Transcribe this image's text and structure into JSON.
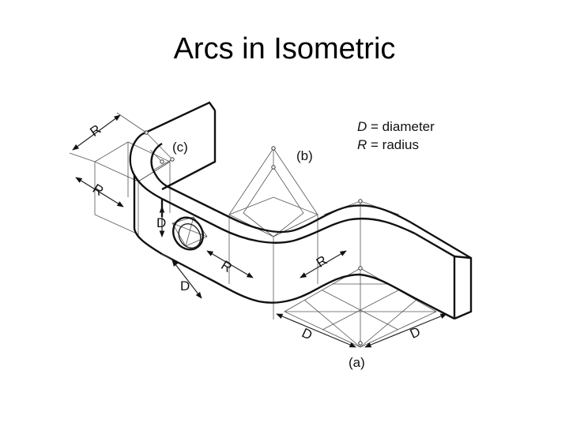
{
  "slide": {
    "title": "Arcs in Isometric"
  },
  "legend": {
    "line1_symbol": "D",
    "line1_text": " = diameter",
    "line2_symbol": "R",
    "line2_text": " = radius"
  },
  "labels": {
    "a": "(a)",
    "b": "(b)",
    "c": "(c)"
  },
  "dimensions": {
    "radius": "R",
    "diameter": "D"
  }
}
